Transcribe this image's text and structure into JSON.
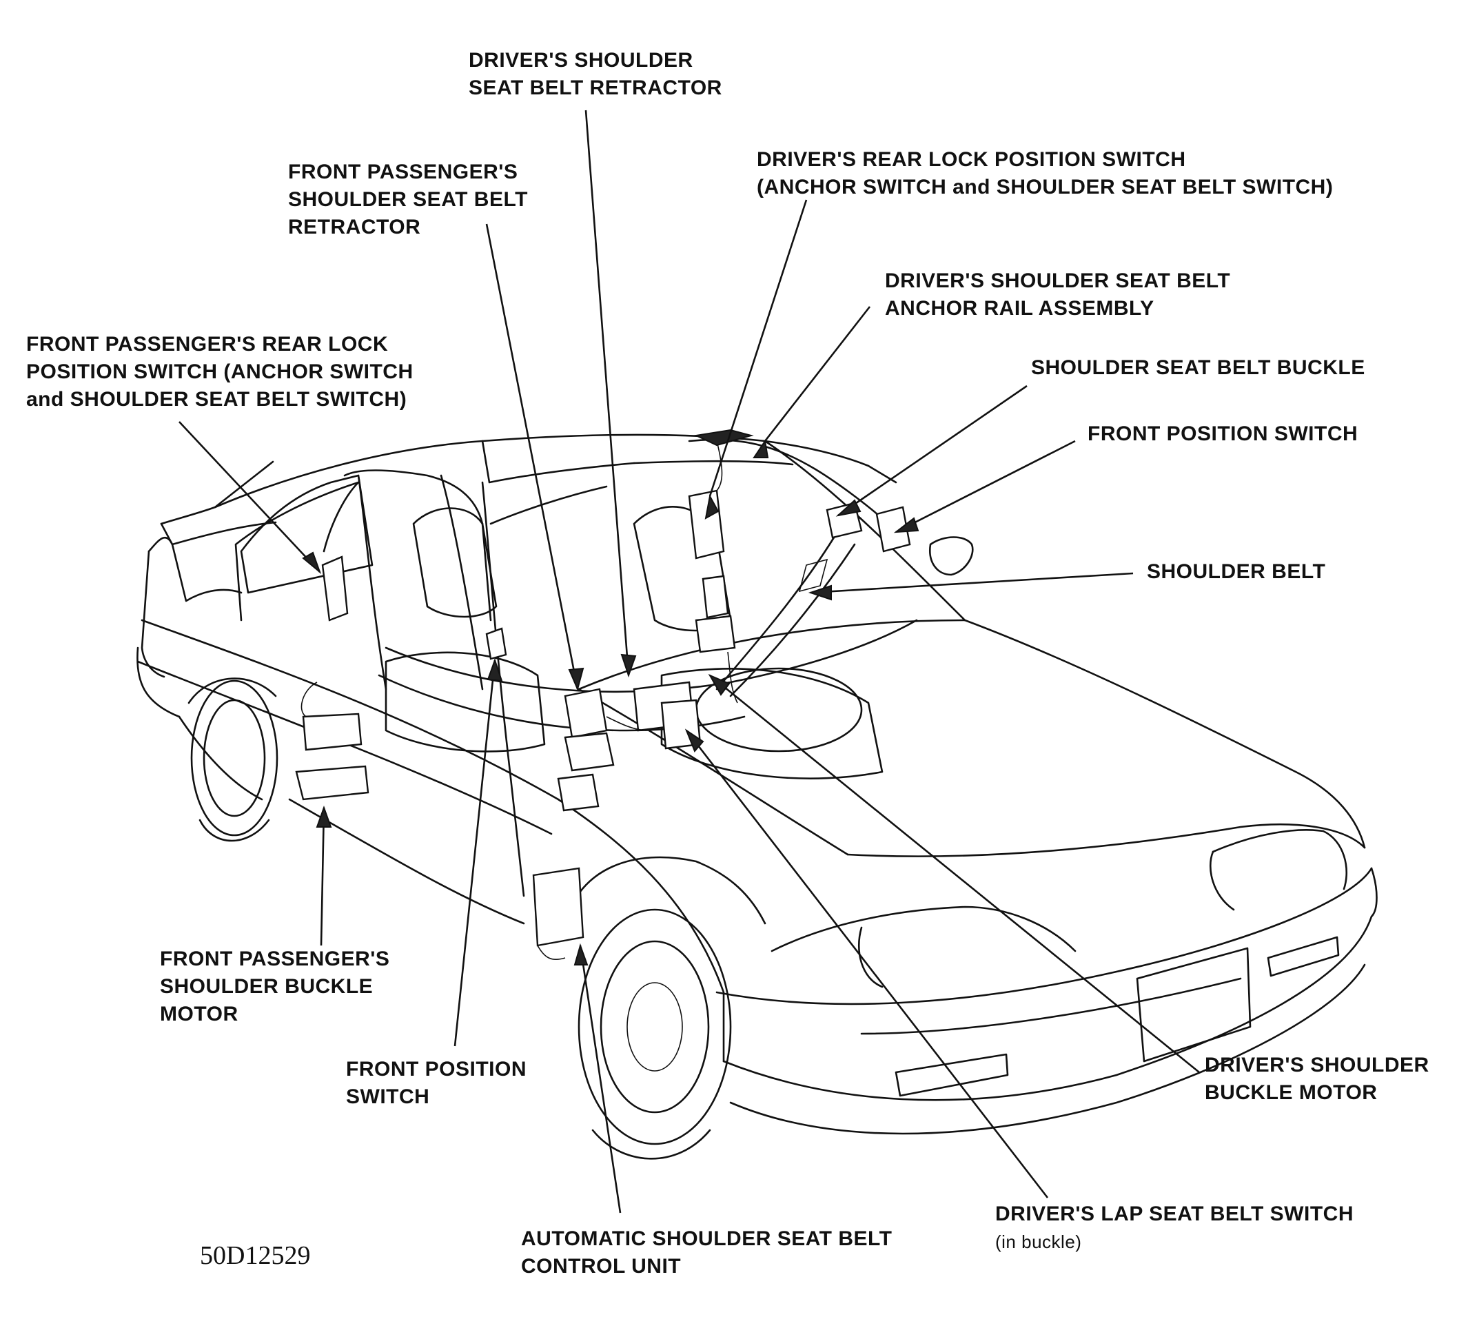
{
  "figure_id": "50D12529",
  "labels": {
    "drivers_shoulder_retractor": [
      "DRIVER'S SHOULDER",
      "SEAT BELT RETRACTOR"
    ],
    "drivers_rear_lock_switch": [
      "DRIVER'S REAR LOCK POSITION SWITCH",
      "(ANCHOR SWITCH and SHOULDER SEAT BELT SWITCH)"
    ],
    "front_passenger_shoulder_retractor": [
      "FRONT PASSENGER'S",
      "SHOULDER SEAT BELT",
      "RETRACTOR"
    ],
    "drivers_anchor_rail": [
      "DRIVER'S SHOULDER SEAT BELT",
      "ANCHOR RAIL ASSEMBLY"
    ],
    "front_passenger_rear_lock_switch": [
      "FRONT PASSENGER'S REAR LOCK",
      "POSITION SWITCH (ANCHOR SWITCH",
      "and SHOULDER SEAT BELT SWITCH)"
    ],
    "shoulder_seat_belt_buckle": [
      "SHOULDER SEAT BELT BUCKLE"
    ],
    "front_position_switch_right": [
      "FRONT POSITION SWITCH"
    ],
    "shoulder_belt": [
      "SHOULDER BELT"
    ],
    "front_passenger_buckle_motor": [
      "FRONT PASSENGER'S",
      "SHOULDER BUCKLE",
      "MOTOR"
    ],
    "front_position_switch_left": [
      "FRONT POSITION",
      "SWITCH"
    ],
    "drivers_shoulder_buckle_motor": [
      "DRIVER'S SHOULDER",
      "BUCKLE MOTOR"
    ],
    "drivers_lap_switch": [
      "DRIVER'S LAP SEAT BELT SWITCH",
      "(in buckle)"
    ],
    "control_unit": [
      "AUTOMATIC SHOULDER SEAT BELT",
      "CONTROL UNIT"
    ]
  }
}
